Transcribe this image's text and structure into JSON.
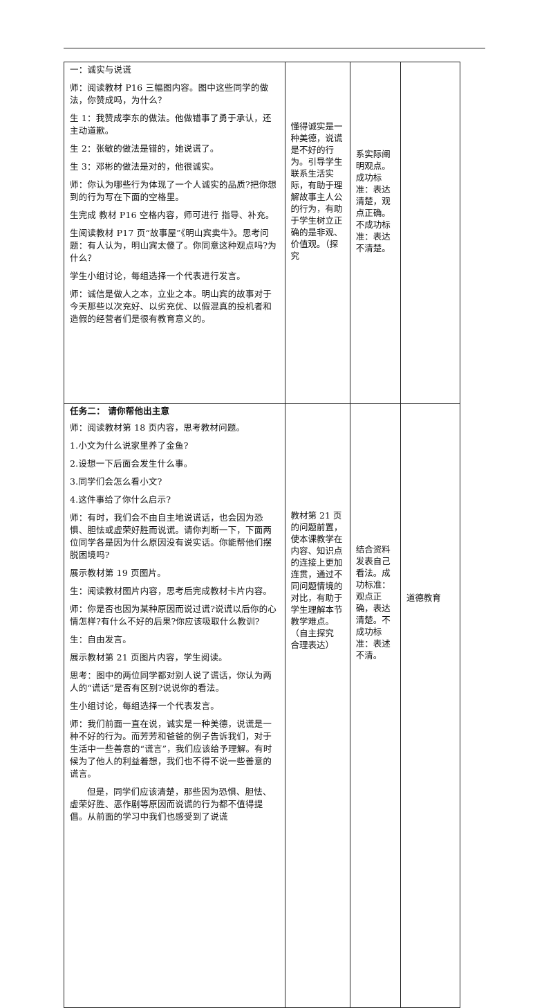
{
  "task1": {
    "paragraphs": [
      "一：诚实与说谎",
      "师：阅读教材 P16 三幅图内容。图中这些同学的做法，你赞成吗，为什么？",
      "生 1：我赞成李东的做法。他做错事了勇于承认，还主动道歉。",
      "生 2：张敏的做法是错的，她说谎了。",
      "生 3：邓彬的做法是对的，他很诚实。",
      "师：你认为哪些行为体现了一个人诚实的品质?把你想到的行为写在下面的空格里。",
      "生完成 教材 P16 空格内容，师可进行 指导、补充。",
      "生阅读教材 P17 页“故事屋”《明山宾卖牛》。思考问题：有人认为，明山宾太傻了。你同意这种观点吗?为什么？",
      "学生小组讨论，每组选择一个代表进行发言。",
      "师：诚信是做人之本，立业之本。明山宾的故事对于今天那些以次充好、以劣充优、以假混真的投机者和造假的经营者们是很有教育意义的。"
    ],
    "design_intent": "懂得诚实是一种美德，说谎是不好的行为。引导学生联系生活实际，有助于理解故事主人公的行为，有助于学生树立正确的是非观、价值观。（探究",
    "assessment": "系实际阐明观点。成功标准：表达清楚，观点正确。不成功标准：表达不清楚。",
    "note": ""
  },
  "task2": {
    "title": "任务二：  请你帮他出主意",
    "paragraphs": [
      "师：阅读教材第 18 页内容，思考教材问题。",
      "1.小文为什么说家里养了金鱼?",
      "2.设想一下后面会发生什么事。",
      "3.同学们会怎么看小文?",
      "4.这件事给了你什么启示?",
      "师：有时，我们会不由自主地说谎话，也会因为恐惧、胆怯或虚荣好胜而说谎。请你判断一下，下面两位同学各是因为什么原因没有说实话。你能帮他们摆脱困境吗?",
      "展示教材第 19 页图片。",
      "生：阅读教材图片内容，思考后完成教材卡片内容。",
      "师：你是否也因为某种原因而说过谎?说谎以后你的心情怎样?有什么不好的后果?你应该吸取什么教训?",
      "生：自由发言。",
      "展示教材第 21 页图片内容，学生阅读。",
      "思考：图中的两位同学都对别人说了谎话，你认为两人的“谎话”是否有区别?说说你的看法。",
      "生小组讨论，每组选择一个代表发言。",
      "师：我们前面一直在说，诚实是一种美德，说谎是一种不好的行为。而芳芳和爸爸的例子告诉我们，对于生活中一些善意的“谎言”，我们应该给予理解。有时候为了他人的利益着想，我们也不得不说一些善意的谎言。",
      "但是，同学们应该清楚，那些因为恐惧、胆怯、虚荣好胜、恶作剧等原因而说谎的行为都不值得提倡。从前面的学习中我们也感受到了说谎"
    ],
    "design_intent_1": "教材第 21 页的问题前置，使本课教学在内容、知识点的连接上更加连贯，通过不同问题情境的对比，有助于学生理解本节教学难点。（自主探究",
    "design_intent_2": "合理表达）",
    "assessment": "结合资料发表自己看法。成功标准：观点正确，表达清楚。不成功标准：表述不清。",
    "note": "道德教育"
  }
}
